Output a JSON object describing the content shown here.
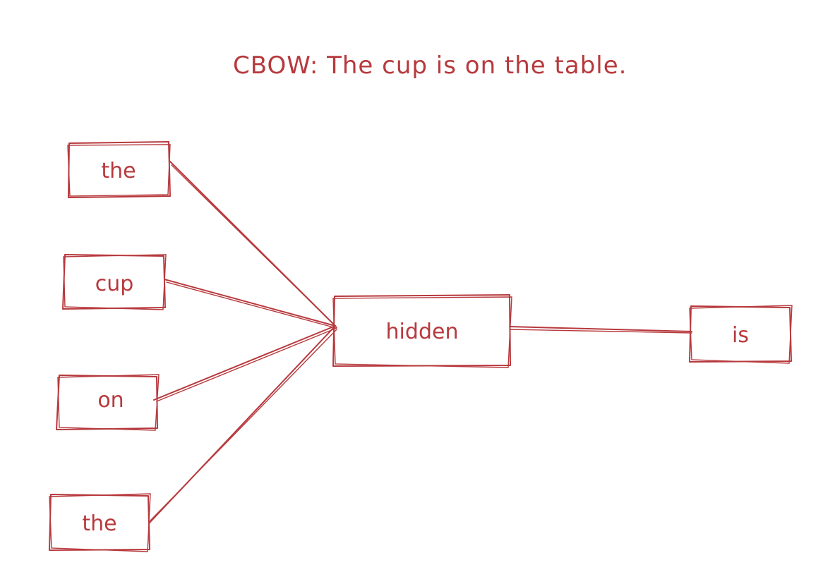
{
  "title": "CBOW: The cup is on the table.",
  "colors": {
    "ink": "#b7393d",
    "background": "#ffffff"
  },
  "nodes": {
    "context": [
      "the",
      "cup",
      "on",
      "the"
    ],
    "hidden": "hidden",
    "output": "is"
  }
}
